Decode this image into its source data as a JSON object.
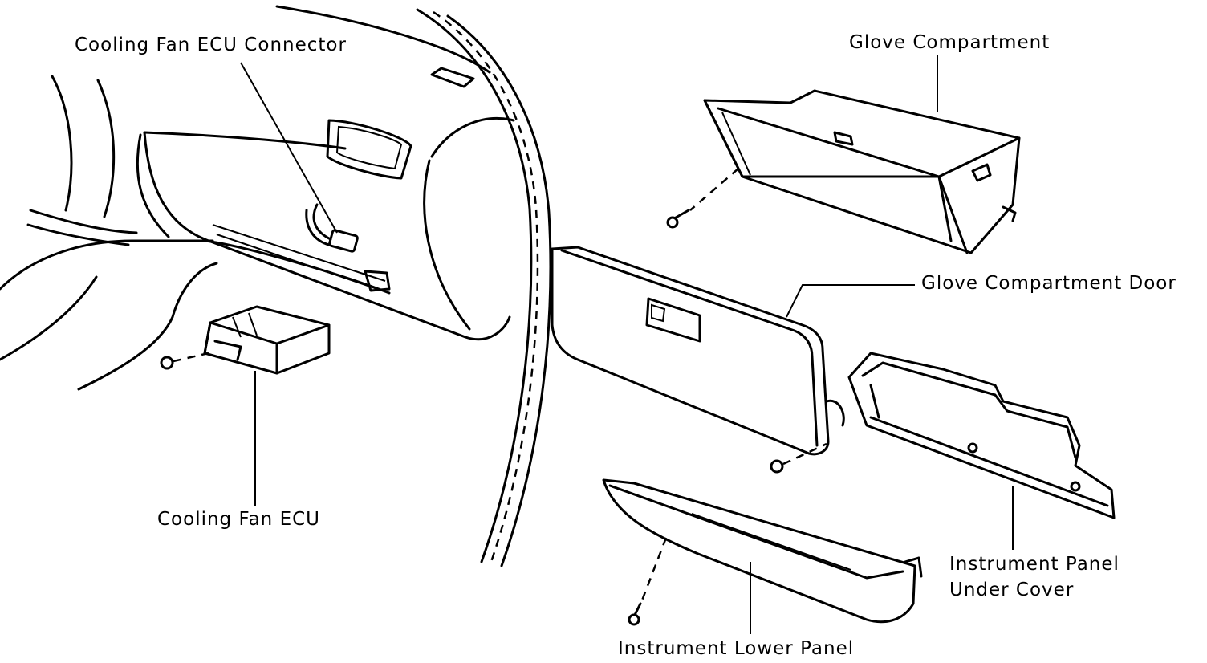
{
  "labels": {
    "cooling_fan_ecu_connector": "Cooling Fan ECU Connector",
    "cooling_fan_ecu": "Cooling Fan ECU",
    "glove_compartment": "Glove Compartment",
    "glove_compartment_door": "Glove Compartment Door",
    "instrument_panel_under_cover_line1": "Instrument Panel",
    "instrument_panel_under_cover_line2": "Under Cover",
    "instrument_lower_panel": "Instrument Lower Panel"
  },
  "colors": {
    "ink": "#000000",
    "paper": "#ffffff"
  }
}
